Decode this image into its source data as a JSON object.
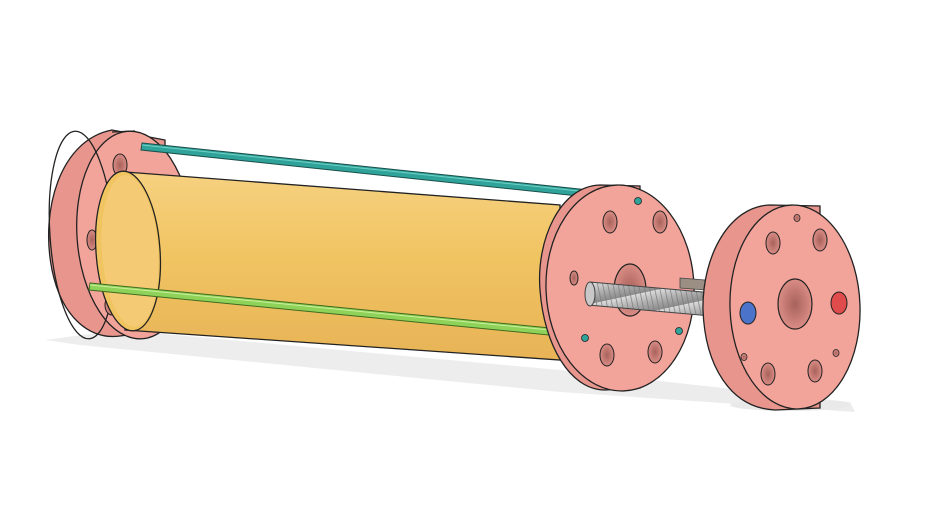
{
  "scene": {
    "components": [
      {
        "name": "left-flange",
        "color": "#f2a39a"
      },
      {
        "name": "yellow-cylinder",
        "color": "#f3c463"
      },
      {
        "name": "teal-rod",
        "color": "#2fa39a"
      },
      {
        "name": "green-rod",
        "color": "#8fd259"
      },
      {
        "name": "middle-flange",
        "color": "#f2a39a"
      },
      {
        "name": "threaded-rod",
        "color": "#b8b8b8"
      },
      {
        "name": "right-flange",
        "color": "#f2a39a"
      },
      {
        "name": "blue-port",
        "color": "#4b73c9"
      },
      {
        "name": "red-port",
        "color": "#e04b4b"
      }
    ]
  }
}
